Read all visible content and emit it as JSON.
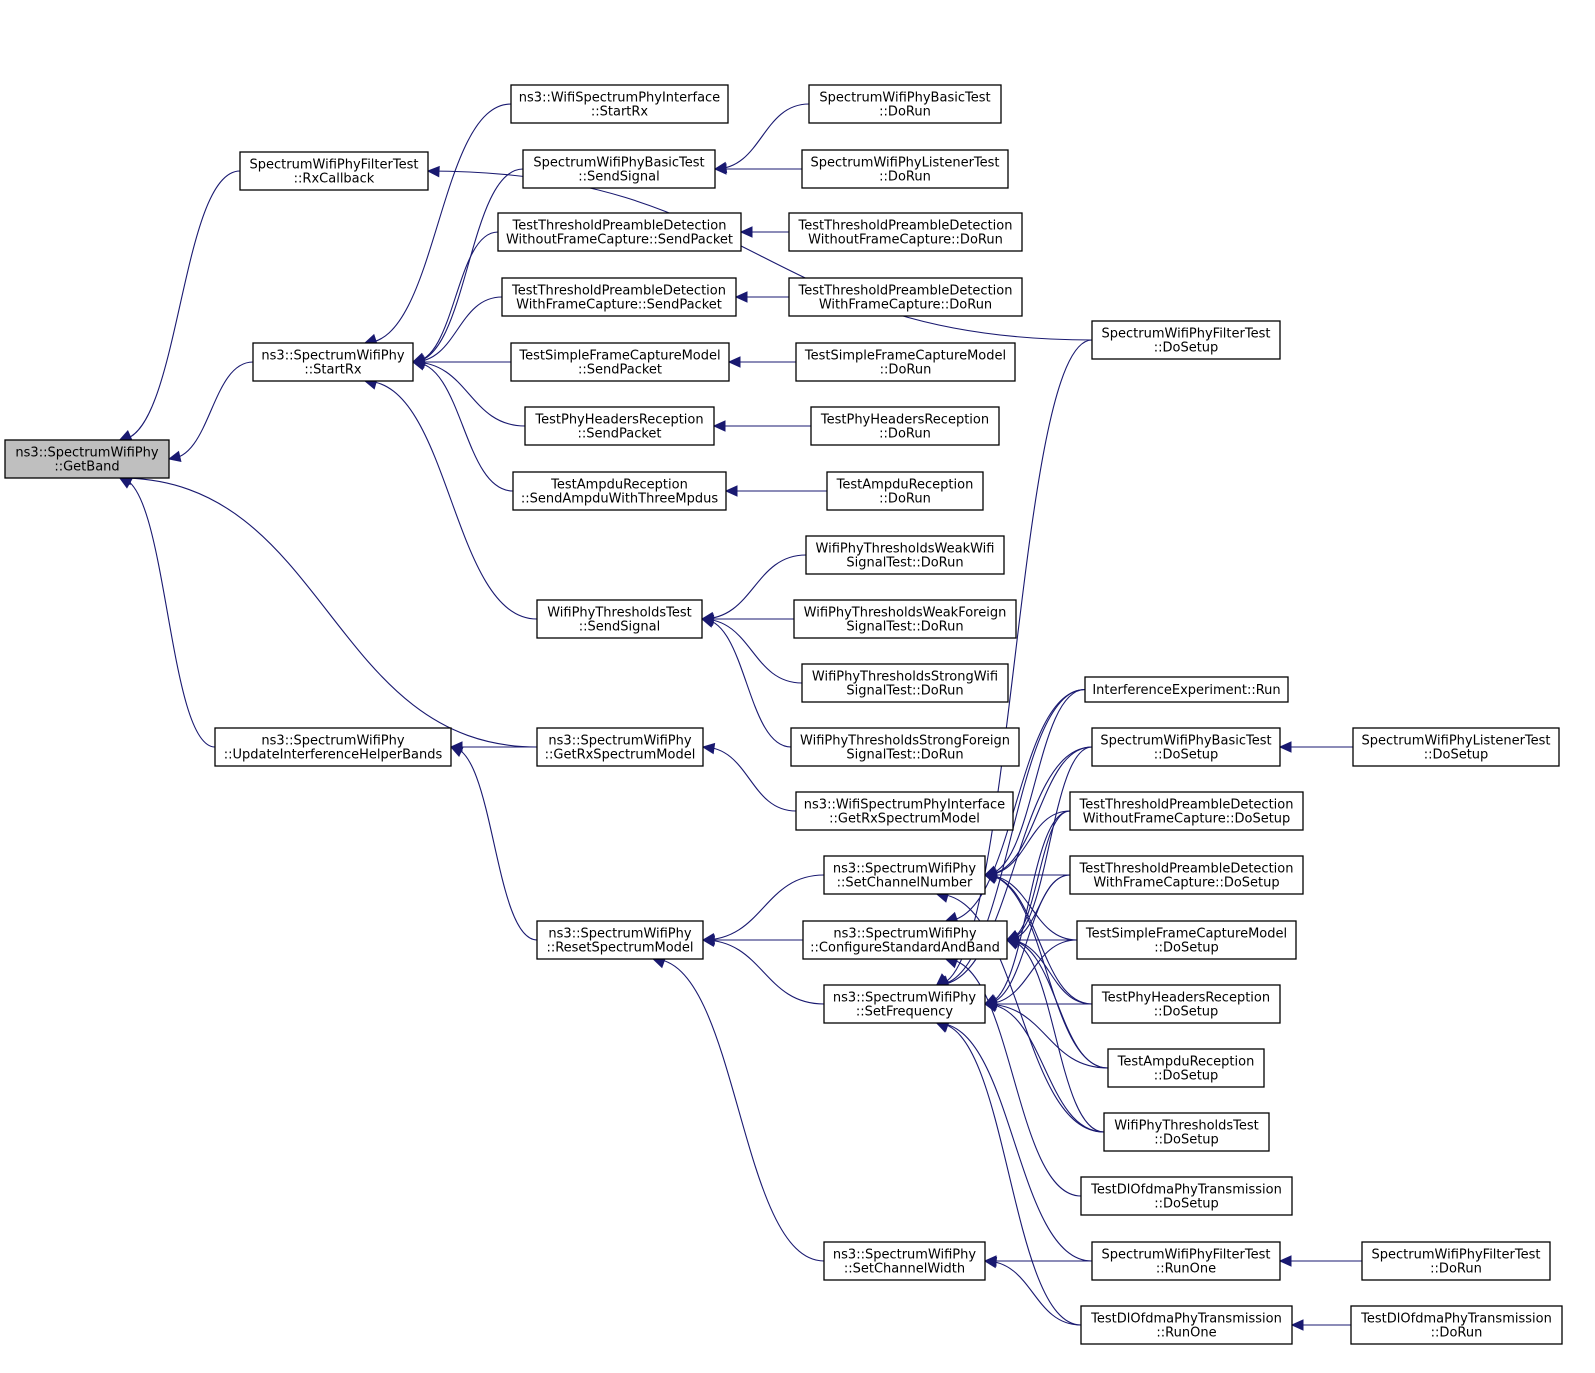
{
  "graph": {
    "nodes": [
      {
        "id": "getband",
        "lines": [
          "ns3::SpectrumWifiPhy",
          "::GetBand"
        ],
        "root": true
      },
      {
        "id": "filter_rxcb",
        "lines": [
          "SpectrumWifiPhyFilterTest",
          "::RxCallback"
        ]
      },
      {
        "id": "startrx",
        "lines": [
          "ns3::SpectrumWifiPhy",
          "::StartRx"
        ]
      },
      {
        "id": "updbands",
        "lines": [
          "ns3::SpectrumWifiPhy",
          "::UpdateInterferenceHelperBands"
        ]
      },
      {
        "id": "iface_startrx",
        "lines": [
          "ns3::WifiSpectrumPhyInterface",
          "::StartRx"
        ]
      },
      {
        "id": "basic_send",
        "lines": [
          "SpectrumWifiPhyBasicTest",
          "::SendSignal"
        ]
      },
      {
        "id": "woc_send",
        "lines": [
          "TestThresholdPreambleDetection",
          "WithoutFrameCapture::SendPacket"
        ]
      },
      {
        "id": "wc_send",
        "lines": [
          "TestThresholdPreambleDetection",
          "WithFrameCapture::SendPacket"
        ]
      },
      {
        "id": "sfc_send",
        "lines": [
          "TestSimpleFrameCaptureModel",
          "::SendPacket"
        ]
      },
      {
        "id": "phr_send",
        "lines": [
          "TestPhyHeadersReception",
          "::SendPacket"
        ]
      },
      {
        "id": "ampdu_send",
        "lines": [
          "TestAmpduReception",
          "::SendAmpduWithThreeMpdus"
        ]
      },
      {
        "id": "thr_send",
        "lines": [
          "WifiPhyThresholdsTest",
          "::SendSignal"
        ]
      },
      {
        "id": "getrxsm",
        "lines": [
          "ns3::SpectrumWifiPhy",
          "::GetRxSpectrumModel"
        ]
      },
      {
        "id": "resetsm",
        "lines": [
          "ns3::SpectrumWifiPhy",
          "::ResetSpectrumModel"
        ]
      },
      {
        "id": "basic_run",
        "lines": [
          "SpectrumWifiPhyBasicTest",
          "::DoRun"
        ]
      },
      {
        "id": "listener_run",
        "lines": [
          "SpectrumWifiPhyListenerTest",
          "::DoRun"
        ]
      },
      {
        "id": "woc_run",
        "lines": [
          "TestThresholdPreambleDetection",
          "WithoutFrameCapture::DoRun"
        ]
      },
      {
        "id": "wc_run",
        "lines": [
          "TestThresholdPreambleDetection",
          "WithFrameCapture::DoRun"
        ]
      },
      {
        "id": "sfc_run",
        "lines": [
          "TestSimpleFrameCaptureModel",
          "::DoRun"
        ]
      },
      {
        "id": "phr_run",
        "lines": [
          "TestPhyHeadersReception",
          "::DoRun"
        ]
      },
      {
        "id": "ampdu_run",
        "lines": [
          "TestAmpduReception",
          "::DoRun"
        ]
      },
      {
        "id": "weakwifi_run",
        "lines": [
          "WifiPhyThresholdsWeakWifi",
          "SignalTest::DoRun"
        ]
      },
      {
        "id": "weakforeign_run",
        "lines": [
          "WifiPhyThresholdsWeakForeign",
          "SignalTest::DoRun"
        ]
      },
      {
        "id": "strongwifi_run",
        "lines": [
          "WifiPhyThresholdsStrongWifi",
          "SignalTest::DoRun"
        ]
      },
      {
        "id": "strongforeign_run",
        "lines": [
          "WifiPhyThresholdsStrongForeign",
          "SignalTest::DoRun"
        ]
      },
      {
        "id": "iface_getrxsm",
        "lines": [
          "ns3::WifiSpectrumPhyInterface",
          "::GetRxSpectrumModel"
        ]
      },
      {
        "id": "setchnum",
        "lines": [
          "ns3::SpectrumWifiPhy",
          "::SetChannelNumber"
        ]
      },
      {
        "id": "cfgstd",
        "lines": [
          "ns3::SpectrumWifiPhy",
          "::ConfigureStandardAndBand"
        ]
      },
      {
        "id": "setfreq",
        "lines": [
          "ns3::SpectrumWifiPhy",
          "::SetFrequency"
        ]
      },
      {
        "id": "setchw",
        "lines": [
          "ns3::SpectrumWifiPhy",
          "::SetChannelWidth"
        ]
      },
      {
        "id": "filter_setup",
        "lines": [
          "SpectrumWifiPhyFilterTest",
          "::DoSetup"
        ]
      },
      {
        "id": "interf_run",
        "lines": [
          "InterferenceExperiment::Run"
        ]
      },
      {
        "id": "basic_setup",
        "lines": [
          "SpectrumWifiPhyBasicTest",
          "::DoSetup"
        ]
      },
      {
        "id": "woc_setup",
        "lines": [
          "TestThresholdPreambleDetection",
          "WithoutFrameCapture::DoSetup"
        ]
      },
      {
        "id": "wc_setup",
        "lines": [
          "TestThresholdPreambleDetection",
          "WithFrameCapture::DoSetup"
        ]
      },
      {
        "id": "sfc_setup",
        "lines": [
          "TestSimpleFrameCaptureModel",
          "::DoSetup"
        ]
      },
      {
        "id": "phr_setup",
        "lines": [
          "TestPhyHeadersReception",
          "::DoSetup"
        ]
      },
      {
        "id": "ampdu_setup",
        "lines": [
          "TestAmpduReception",
          "::DoSetup"
        ]
      },
      {
        "id": "thr_setup",
        "lines": [
          "WifiPhyThresholdsTest",
          "::DoSetup"
        ]
      },
      {
        "id": "dlofdma_setup",
        "lines": [
          "TestDlOfdmaPhyTransmission",
          "::DoSetup"
        ]
      },
      {
        "id": "filter_runone",
        "lines": [
          "SpectrumWifiPhyFilterTest",
          "::RunOne"
        ]
      },
      {
        "id": "dlofdma_runone",
        "lines": [
          "TestDlOfdmaPhyTransmission",
          "::RunOne"
        ]
      },
      {
        "id": "listener_setup",
        "lines": [
          "SpectrumWifiPhyListenerTest",
          "::DoSetup"
        ]
      },
      {
        "id": "filter_run",
        "lines": [
          "SpectrumWifiPhyFilterTest",
          "::DoRun"
        ]
      },
      {
        "id": "dlofdma_run",
        "lines": [
          "TestDlOfdmaPhyTransmission",
          "::DoRun"
        ]
      }
    ],
    "edges": [
      [
        "getband",
        "filter_rxcb"
      ],
      [
        "getband",
        "startrx"
      ],
      [
        "getband",
        "updbands"
      ],
      [
        "getband",
        "getrxsm"
      ],
      [
        "filter_rxcb",
        "filter_setup"
      ],
      [
        "startrx",
        "iface_startrx"
      ],
      [
        "startrx",
        "basic_send"
      ],
      [
        "startrx",
        "woc_send"
      ],
      [
        "startrx",
        "wc_send"
      ],
      [
        "startrx",
        "sfc_send"
      ],
      [
        "startrx",
        "phr_send"
      ],
      [
        "startrx",
        "ampdu_send"
      ],
      [
        "startrx",
        "thr_send"
      ],
      [
        "basic_send",
        "basic_run"
      ],
      [
        "basic_send",
        "listener_run"
      ],
      [
        "woc_send",
        "woc_run"
      ],
      [
        "wc_send",
        "wc_run"
      ],
      [
        "sfc_send",
        "sfc_run"
      ],
      [
        "phr_send",
        "phr_run"
      ],
      [
        "ampdu_send",
        "ampdu_run"
      ],
      [
        "thr_send",
        "weakwifi_run"
      ],
      [
        "thr_send",
        "weakforeign_run"
      ],
      [
        "thr_send",
        "strongwifi_run"
      ],
      [
        "thr_send",
        "strongforeign_run"
      ],
      [
        "updbands",
        "getrxsm"
      ],
      [
        "updbands",
        "resetsm"
      ],
      [
        "getrxsm",
        "iface_getrxsm"
      ],
      [
        "resetsm",
        "setchnum"
      ],
      [
        "resetsm",
        "cfgstd"
      ],
      [
        "resetsm",
        "setfreq"
      ],
      [
        "resetsm",
        "setchw"
      ],
      [
        "setchnum",
        "interf_run"
      ],
      [
        "setchnum",
        "basic_setup"
      ],
      [
        "setchnum",
        "woc_setup"
      ],
      [
        "setchnum",
        "wc_setup"
      ],
      [
        "setchnum",
        "sfc_setup"
      ],
      [
        "setchnum",
        "phr_setup"
      ],
      [
        "setchnum",
        "ampdu_setup"
      ],
      [
        "setchnum",
        "thr_setup"
      ],
      [
        "cfgstd",
        "interf_run"
      ],
      [
        "cfgstd",
        "basic_setup"
      ],
      [
        "cfgstd",
        "woc_setup"
      ],
      [
        "cfgstd",
        "wc_setup"
      ],
      [
        "cfgstd",
        "sfc_setup"
      ],
      [
        "cfgstd",
        "phr_setup"
      ],
      [
        "cfgstd",
        "ampdu_setup"
      ],
      [
        "cfgstd",
        "thr_setup"
      ],
      [
        "cfgstd",
        "dlofdma_setup"
      ],
      [
        "setfreq",
        "filter_setup"
      ],
      [
        "setfreq",
        "interf_run"
      ],
      [
        "setfreq",
        "basic_setup"
      ],
      [
        "setfreq",
        "woc_setup"
      ],
      [
        "setfreq",
        "wc_setup"
      ],
      [
        "setfreq",
        "sfc_setup"
      ],
      [
        "setfreq",
        "phr_setup"
      ],
      [
        "setfreq",
        "ampdu_setup"
      ],
      [
        "setfreq",
        "thr_setup"
      ],
      [
        "setfreq",
        "filter_runone"
      ],
      [
        "setfreq",
        "dlofdma_runone"
      ],
      [
        "setchw",
        "filter_runone"
      ],
      [
        "setchw",
        "dlofdma_runone"
      ],
      [
        "basic_setup",
        "listener_setup"
      ],
      [
        "filter_runone",
        "filter_run"
      ],
      [
        "dlofdma_runone",
        "dlofdma_run"
      ]
    ]
  }
}
